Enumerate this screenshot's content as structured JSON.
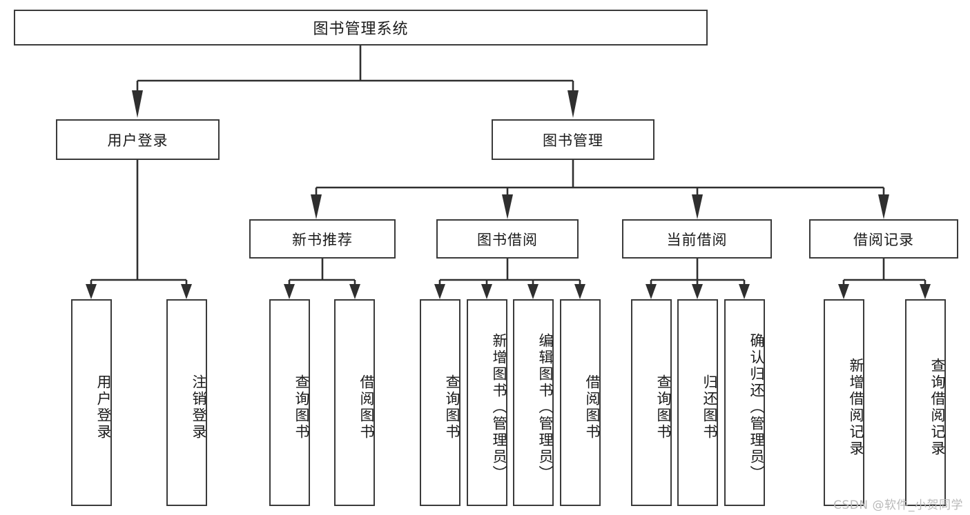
{
  "diagram": {
    "title": "图书管理系统",
    "type": "tree-hierarchy-diagram",
    "root": {
      "label": "图书管理系统"
    },
    "level2": [
      {
        "label": "用户登录"
      },
      {
        "label": "图书管理"
      }
    ],
    "level3": [
      {
        "label": "新书推荐"
      },
      {
        "label": "图书借阅"
      },
      {
        "label": "当前借阅"
      },
      {
        "label": "借阅记录"
      }
    ],
    "leaves": [
      {
        "label": "用户登录"
      },
      {
        "label": "注销登录"
      },
      {
        "label": "查询图书"
      },
      {
        "label": "借阅图书"
      },
      {
        "label": "查询图书"
      },
      {
        "label": "新增图书（管理员）"
      },
      {
        "label": "编辑图书（管理员）"
      },
      {
        "label": "借阅图书"
      },
      {
        "label": "查询图书"
      },
      {
        "label": "归还图书"
      },
      {
        "label": "确认归还（管理员）"
      },
      {
        "label": "新增借阅记录"
      },
      {
        "label": "查询借阅记录"
      }
    ]
  },
  "watermark": {
    "text": "CSDN @软件_小贺同学"
  },
  "colors": {
    "border": "#3a3a3a",
    "wire": "#2f2f2f",
    "text": "#1a1a1a",
    "background": "#ffffff",
    "watermark": "#b9b9b9"
  }
}
